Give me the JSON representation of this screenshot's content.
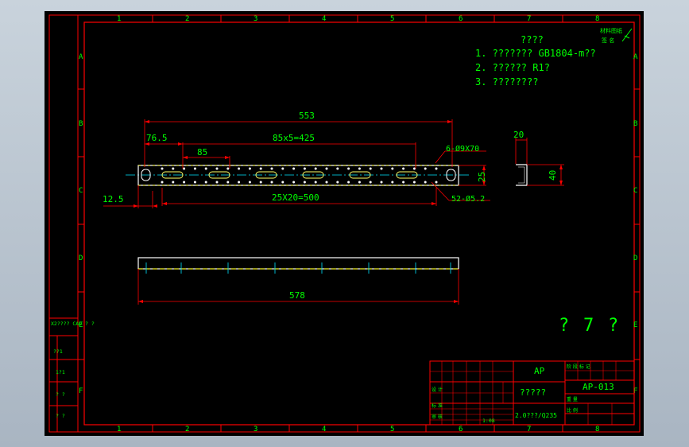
{
  "border": {
    "columns": [
      "1",
      "2",
      "3",
      "4",
      "5",
      "6",
      "7",
      "8"
    ],
    "rows": [
      "A",
      "B",
      "C",
      "D",
      "E",
      "F"
    ]
  },
  "notes": {
    "title": "????",
    "lines": [
      "1. ??????? GB1804-m??",
      "2. ?????? R1?",
      "3. ????????"
    ]
  },
  "stamp": [
    "材料图纸",
    "签 名"
  ],
  "dims": {
    "overall": "553",
    "offset": "76.5",
    "pitch_total": "85x5=425",
    "pitch": "85",
    "slots": "6-Ø9X70",
    "edge": "12.5",
    "hole_total": "25X20=500",
    "holes": "52-Ø5.2",
    "width": "25",
    "flange": "20",
    "height": "40",
    "length": "578"
  },
  "marks": [
    "?",
    "7",
    "?"
  ],
  "sidebar": [
    "X2???? CAD ? ?",
    "??1",
    "1?1",
    "? ?",
    "? ?"
  ],
  "title_block": {
    "company": "AP",
    "drawing_no": "AP-013",
    "name": "?????",
    "material": "2.0???/Q235",
    "scale": "1:08",
    "headers": [
      "设 计",
      "标 准",
      "审 核"
    ],
    "stage_labels": [
      "阶 段 标 记",
      "重 量",
      "比 例"
    ]
  }
}
